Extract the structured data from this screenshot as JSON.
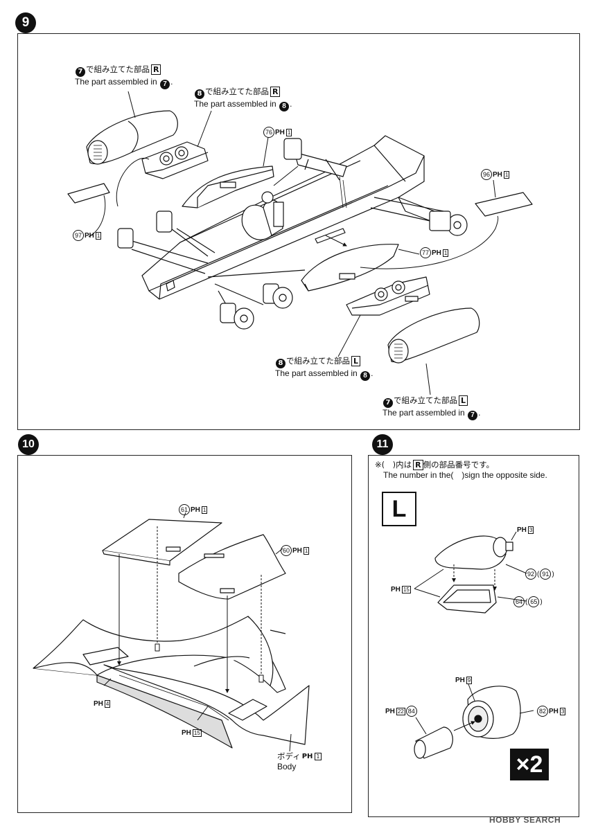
{
  "steps": {
    "s9": "9",
    "s10": "10",
    "s11": "11"
  },
  "step9": {
    "callout_r7": {
      "circle": "7",
      "jp": "で組み立てた部品",
      "side": "R",
      "en": "The part assembled in",
      "end": "."
    },
    "callout_r8": {
      "circle": "8",
      "jp": "で組み立てた部品",
      "side": "R",
      "en": "The part assembled in",
      "end": "."
    },
    "callout_l8": {
      "circle": "8",
      "jp": "で組み立てた部品",
      "side": "L",
      "en": "The part assembled in",
      "end": "."
    },
    "callout_l7": {
      "circle": "7",
      "jp": "で組み立てた部品",
      "side": "L",
      "en": "The part assembled in",
      "end": "."
    },
    "parts": [
      {
        "num": "76",
        "runner": "1"
      },
      {
        "num": "96",
        "runner": "1"
      },
      {
        "num": "97",
        "runner": "1"
      },
      {
        "num": "77",
        "runner": "1"
      }
    ]
  },
  "step10": {
    "parts": [
      {
        "num": "61",
        "runner": "1"
      },
      {
        "num": "60",
        "runner": "1"
      }
    ],
    "runners": {
      "p4": "4",
      "p15": "15"
    },
    "body": {
      "jp": "ボディ",
      "en": "Body",
      "runner": "1"
    }
  },
  "step11": {
    "note_jp_a": "※(",
    "note_jp_b": ")内は",
    "note_side": "R",
    "note_jp_c": "側の部品番号です。",
    "note_en": "The number in the(　)sign the opposite side.",
    "side_badge": "L",
    "parts_top": {
      "p3": "3",
      "n92": "92",
      "n91": "91",
      "p15": "15",
      "n64": "64",
      "n65": "65"
    },
    "parts_bottom": {
      "p9": "9",
      "p22": "22",
      "n84": "84",
      "n82": "82",
      "p3": "3"
    },
    "multiplier": "×2"
  },
  "ph_letters": "PH",
  "watermark": "HOBBY SEARCH"
}
